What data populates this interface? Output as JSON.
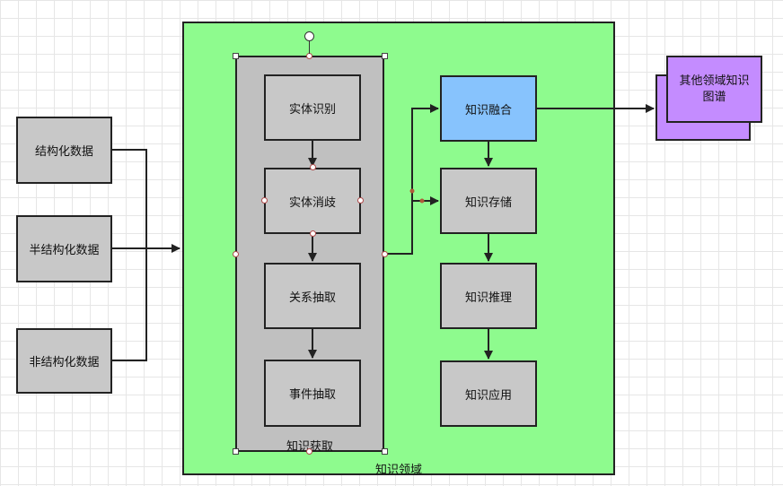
{
  "inputs": {
    "structured": "结构化数据",
    "semi_structured": "半结构化数据",
    "unstructured": "非结构化数据"
  },
  "domain_region": {
    "label": "知识领域",
    "color": "#8efb8e"
  },
  "acquisition": {
    "label": "知识获取",
    "steps": [
      "实体识别",
      "实体消歧",
      "关系抽取",
      "事件抽取"
    ]
  },
  "pipeline": {
    "fusion": "知识融合",
    "storage": "知识存储",
    "reasoning": "知识推理",
    "application": "知识应用"
  },
  "output": {
    "label": "其他领域知识\n图谱",
    "color": "#c48cff"
  },
  "colors": {
    "fusion": "#87c3fd",
    "node": "#c8c8c8",
    "line": "#222222"
  }
}
